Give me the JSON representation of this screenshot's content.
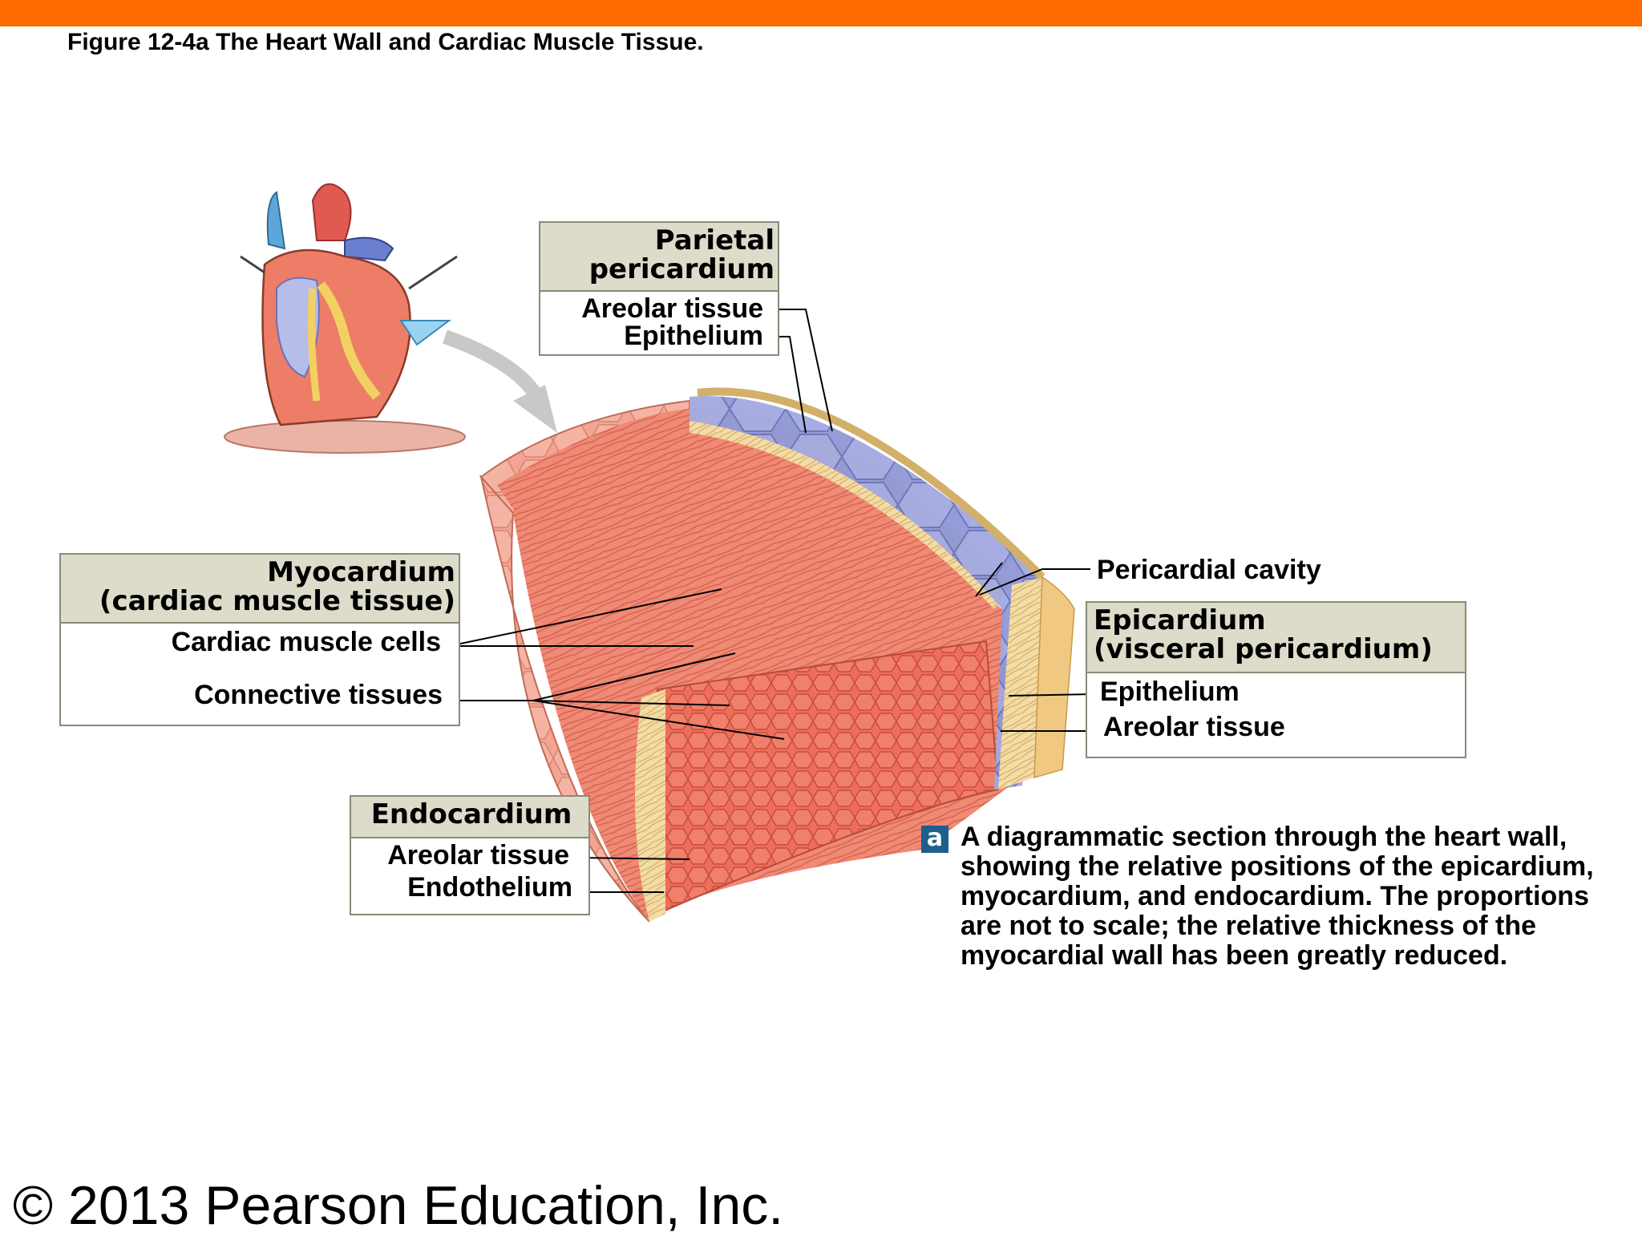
{
  "figure_title": "Figure 12-4a  The Heart Wall and Cardiac Muscle Tissue.",
  "copyright": "© 2013 Pearson Education, Inc.",
  "parietal": {
    "header_line1": "Parietal",
    "header_line2": "pericardium",
    "item1": "Areolar tissue",
    "item2": "Epithelium"
  },
  "myocardium": {
    "header_line1": "Myocardium",
    "header_line2": "(cardiac muscle tissue)",
    "item1": "Cardiac muscle cells",
    "item2": "Connective tissues"
  },
  "endocardium": {
    "header": "Endocardium",
    "item1": "Areolar tissue",
    "item2": "Endothelium"
  },
  "pericardial_cavity": "Pericardial cavity",
  "epicardium": {
    "header_line1": "Epicardium",
    "header_line2": "(visceral pericardium)",
    "item1": "Epithelium",
    "item2": "Areolar tissue"
  },
  "caption": {
    "tag": "a",
    "text": "A diagrammatic section through the heart wall, showing the relative positions of the epicardium, myocardium, and endocardium. The proportions are not to scale; the relative thickness of the myocardial wall has been greatly reduced."
  },
  "colors": {
    "accent_bar": "#ff6a00",
    "label_box_header": "#dddccb",
    "muscle": "#e8735f",
    "epithelium": "#8f97d6",
    "areolar": "#f2d9a0"
  }
}
